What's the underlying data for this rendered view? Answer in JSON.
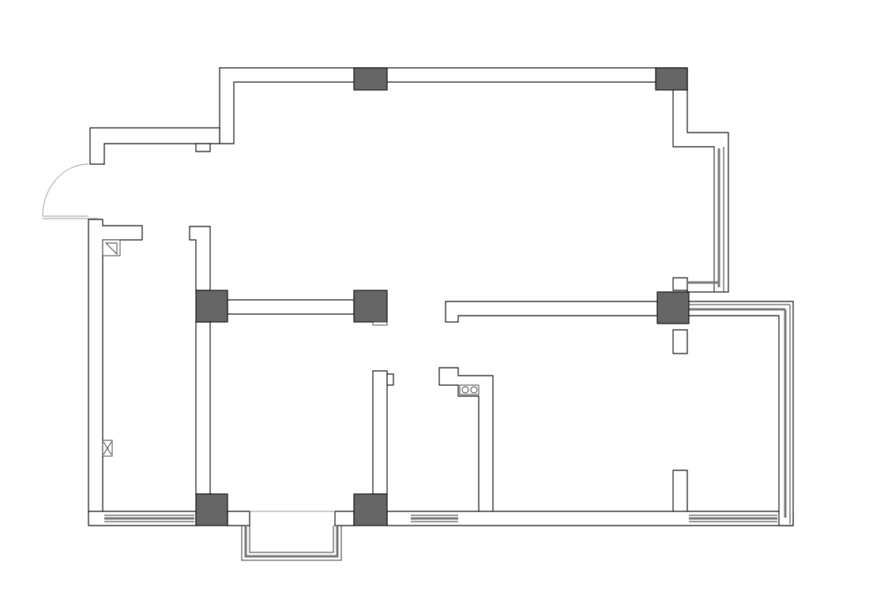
{
  "colors": {
    "background": "#ffffff",
    "wall_outline": "#111111",
    "column_fill": "#666666",
    "window_glass": "#777777",
    "door_swing": "#999999"
  },
  "counts": {
    "structural_columns": 7,
    "windows": 6,
    "doors": 1
  }
}
